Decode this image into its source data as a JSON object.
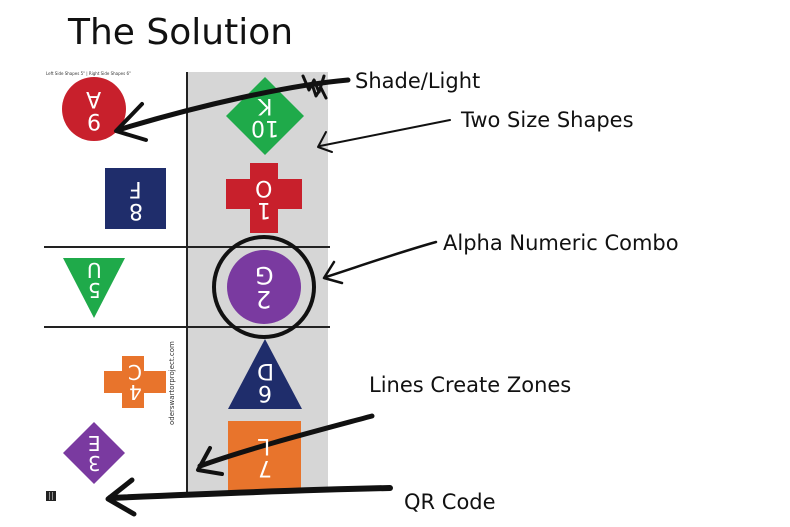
{
  "title": "The Solution",
  "callouts": {
    "shade_light": "Shade/Light",
    "two_size": "Two Size Shapes",
    "alpha_numeric": "Alpha Numeric Combo",
    "lines_zones": "Lines Create Zones",
    "qr_code": "QR Code"
  },
  "sheet_header": "Left Side Shapes 5\" | Right Side Shapes 6\"",
  "side_url": "oderswartorproject.com",
  "shapes": {
    "a9": {
      "letter": "A",
      "number": "9",
      "color": "#c8202c"
    },
    "f8": {
      "letter": "F",
      "number": "8",
      "color": "#1f2d6b"
    },
    "u5": {
      "letter": "U",
      "number": "5",
      "color": "#1faa4a"
    },
    "c4": {
      "letter": "C",
      "number": "4",
      "color": "#e8742c"
    },
    "e3": {
      "letter": "E",
      "number": "3",
      "color": "#7a3aa0"
    },
    "k10": {
      "letter": "K",
      "number": "10",
      "color": "#1faa4a"
    },
    "o1": {
      "letter": "O",
      "number": "1",
      "color": "#c8202c"
    },
    "g2": {
      "letter": "G",
      "number": "2",
      "color": "#7a3aa0"
    },
    "d6": {
      "letter": "D",
      "number": "6",
      "color": "#1f2d6b"
    },
    "l7": {
      "letter": "L",
      "number": "7",
      "color": "#e8742c"
    }
  }
}
